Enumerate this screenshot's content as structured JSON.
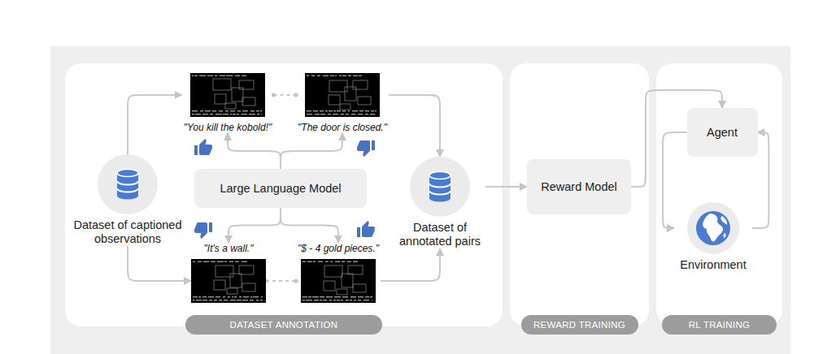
{
  "diagram": {
    "nodes": [
      {
        "text": [
          "DATASET ANNOTATION"
        ]
      },
      {
        "text": [
          "Dataset of captioned observations"
        ],
        "in": 0
      },
      {
        "text": [
          "Large Language Model"
        ],
        "in": 0
      },
      {
        "text": [
          "Dataset of annotated pairs"
        ],
        "in": 0
      },
      {
        "text": [
          "\"You kill the kobold!\""
        ],
        "in": 0
      },
      {
        "text": [
          "\"The door is closed.\""
        ],
        "in": 0
      },
      {
        "text": [
          "\"It's a wall.\""
        ],
        "in": 0
      },
      {
        "text": [
          "\"$ - 4 gold pieces.\""
        ],
        "in": 0
      },
      {
        "text": [
          "REWARD TRAINING"
        ]
      },
      {
        "text": [
          "Reward Model"
        ],
        "in": 8
      },
      {
        "text": [
          "RL TRAINING"
        ]
      },
      {
        "text": [
          "Agent"
        ],
        "in": 10
      },
      {
        "text": [
          "Environment"
        ],
        "in": 10
      }
    ],
    "edges": [
      {
        "from": 1,
        "to": 4,
        "arrow": "to"
      },
      {
        "from": 4,
        "to": 5,
        "arrow": "none"
      },
      {
        "from": 5,
        "to": 3,
        "arrow": "to"
      },
      {
        "from": 1,
        "to": 6,
        "arrow": "to"
      },
      {
        "from": 6,
        "to": 7,
        "arrow": "none"
      },
      {
        "from": 7,
        "to": 3,
        "arrow": "to"
      },
      {
        "from": 2,
        "to": 4,
        "arrow": "to"
      },
      {
        "from": 2,
        "to": 5,
        "arrow": "to"
      },
      {
        "from": 2,
        "to": 6,
        "arrow": "to"
      },
      {
        "from": 2,
        "to": 7,
        "arrow": "to"
      },
      {
        "from": 3,
        "to": 9,
        "arrow": "to"
      },
      {
        "from": 9,
        "to": 11,
        "arrow": "to"
      },
      {
        "from": 11,
        "to": 12,
        "arrow": "to"
      },
      {
        "from": 12,
        "to": 11,
        "arrow": "to"
      }
    ]
  }
}
